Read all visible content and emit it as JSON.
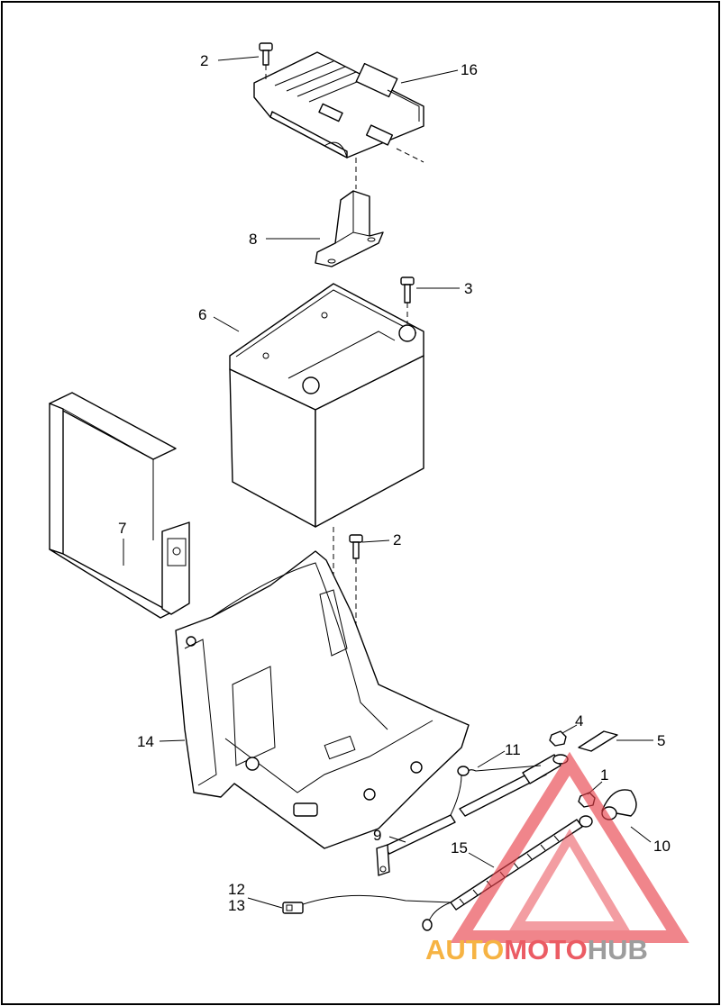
{
  "callouts": [
    {
      "id": "c2a",
      "text": "2"
    },
    {
      "id": "c16",
      "text": "16"
    },
    {
      "id": "c8",
      "text": "8"
    },
    {
      "id": "c3",
      "text": "3"
    },
    {
      "id": "c6",
      "text": "6"
    },
    {
      "id": "c7",
      "text": "7"
    },
    {
      "id": "c2b",
      "text": "2"
    },
    {
      "id": "c14",
      "text": "14"
    },
    {
      "id": "c4",
      "text": "4"
    },
    {
      "id": "c5",
      "text": "5"
    },
    {
      "id": "c11",
      "text": "11"
    },
    {
      "id": "c1",
      "text": "1"
    },
    {
      "id": "c9",
      "text": "9"
    },
    {
      "id": "c10",
      "text": "10"
    },
    {
      "id": "c15",
      "text": "15"
    },
    {
      "id": "c12",
      "text": "12"
    },
    {
      "id": "c13",
      "text": "13"
    }
  ],
  "watermark": {
    "part1": "AUTO",
    "part2": "MOTO",
    "part3": "HUB",
    "color_orange": "#f5a623",
    "color_red": "#e8404a",
    "color_gray": "#8c8c8c"
  }
}
